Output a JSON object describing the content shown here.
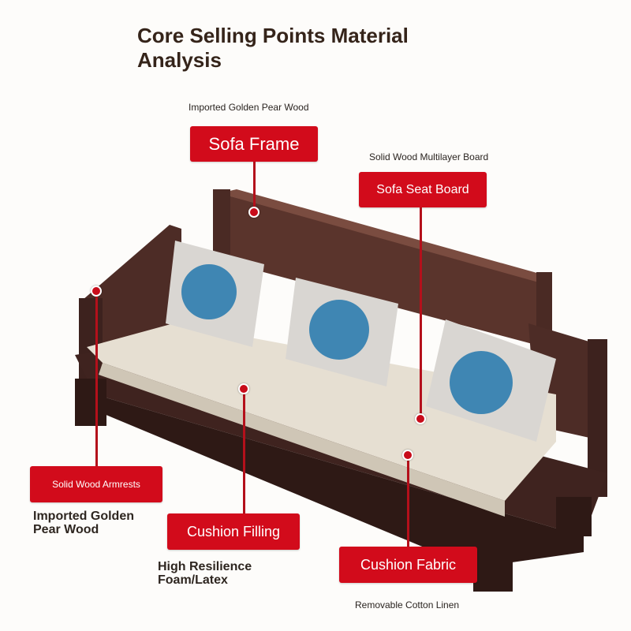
{
  "title": "Core Selling Points Material Analysis",
  "callouts": {
    "frame": {
      "label": "Sofa Frame",
      "detail": "Imported Golden Pear Wood"
    },
    "seat_board": {
      "label": "Sofa Seat Board",
      "detail": "Solid Wood Multilayer Board"
    },
    "armrests": {
      "label": "Solid Wood Armrests",
      "detail": "Imported Golden Pear Wood"
    },
    "filling": {
      "label": "Cushion Filling",
      "detail": "High Resilience Foam/Latex"
    },
    "fabric": {
      "label": "Cushion Fabric",
      "detail": "Removable Cotton Linen"
    }
  },
  "colors": {
    "accent": "#d20b1b",
    "wood": "#4a2a24",
    "cushion": "#e6dfd2",
    "pillow": "#d9d6d2",
    "pillow_medallion": "#3f86b3"
  }
}
